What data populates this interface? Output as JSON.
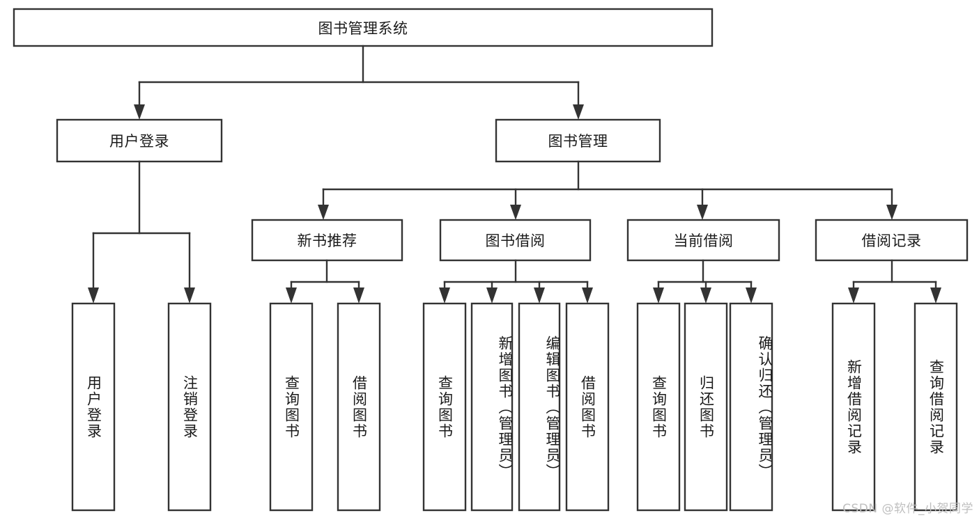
{
  "diagram": {
    "type": "tree-hierarchy",
    "title": "图书管理系统",
    "colors": {
      "box_stroke": "#333333",
      "box_fill": "#ffffff",
      "connector": "#333333",
      "text": "#1a1a1a",
      "watermark": "#bfbfbf",
      "background": "#ffffff"
    },
    "root": {
      "label": "图书管理系统"
    },
    "level2": [
      {
        "label": "用户登录"
      },
      {
        "label": "图书管理"
      }
    ],
    "level3": [
      {
        "label": "新书推荐"
      },
      {
        "label": "图书借阅"
      },
      {
        "label": "当前借阅"
      },
      {
        "label": "借阅记录"
      }
    ],
    "leaves": {
      "user_login": [
        {
          "label": "用户登录"
        },
        {
          "label": "注销登录"
        }
      ],
      "new_book_recommend": [
        {
          "label": "查询图书"
        },
        {
          "label": "借阅图书"
        }
      ],
      "book_borrow": [
        {
          "label": "查询图书"
        },
        {
          "label": "新增图书（管理员）"
        },
        {
          "label": "编辑图书（管理员）"
        },
        {
          "label": "借阅图书"
        }
      ],
      "current_borrow": [
        {
          "label": "查询图书"
        },
        {
          "label": "归还图书"
        },
        {
          "label": "确认归还（管理员）"
        }
      ],
      "borrow_record": [
        {
          "label": "新增借阅记录"
        },
        {
          "label": "查询借阅记录"
        }
      ]
    }
  },
  "watermark": {
    "text": "CSDN @软件_小贺同学"
  }
}
